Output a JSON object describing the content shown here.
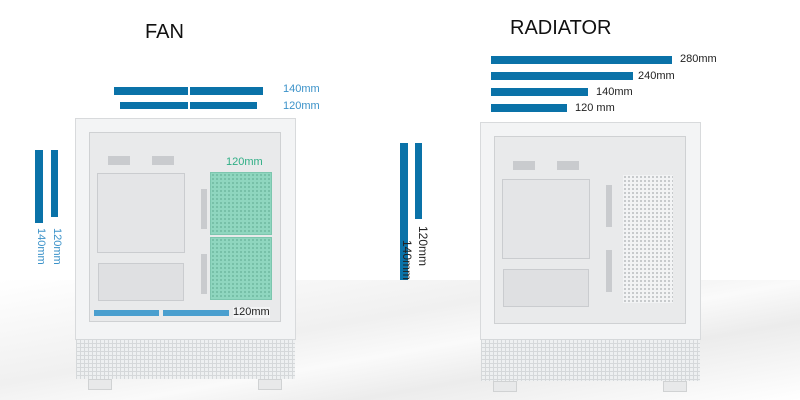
{
  "fan": {
    "title": "FAN",
    "top_labels": [
      "140mm",
      "120mm"
    ],
    "front_labels": [
      "140mm",
      "120mm"
    ],
    "side_label": "120mm",
    "bottom_label": "120mm"
  },
  "radiator": {
    "title": "RADIATOR",
    "top_labels": [
      "280mm",
      "240mm",
      "140mm",
      "120 mm"
    ],
    "front_labels": [
      "120mm",
      "140mm"
    ]
  },
  "colors": {
    "bar": "#0a72a8",
    "fan_label": "#3b92c9",
    "highlight": "#8fd6bf",
    "highlight_text": "#2fae85"
  }
}
